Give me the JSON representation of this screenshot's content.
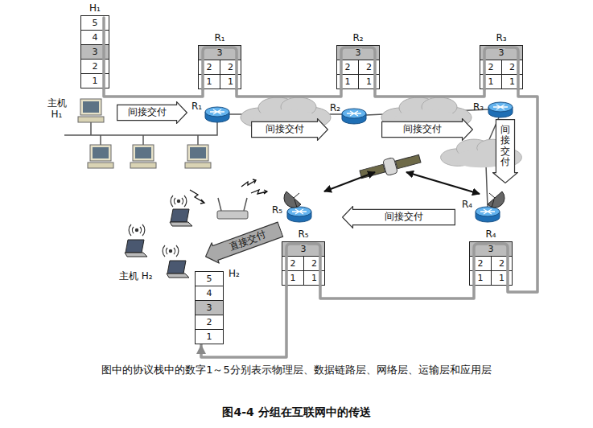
{
  "diagram": {
    "caption": "图4-4 分组在互联网中的传送",
    "nodes": [
      {
        "text": [
          "H₁"
        ]
      },
      {
        "text": [
          "5"
        ],
        "in": 0
      },
      {
        "text": [
          "4"
        ],
        "in": 0
      },
      {
        "text": [
          "3"
        ],
        "in": 0
      },
      {
        "text": [
          "2"
        ],
        "in": 0
      },
      {
        "text": [
          "1"
        ],
        "in": 0
      },
      {
        "text": [
          "R₁"
        ]
      },
      {
        "text": [
          "3"
        ],
        "in": 6
      },
      {
        "text": [
          "2"
        ],
        "in": 6
      },
      {
        "text": [
          "2"
        ],
        "in": 6
      },
      {
        "text": [
          "1"
        ],
        "in": 6
      },
      {
        "text": [
          "1"
        ],
        "in": 6
      },
      {
        "text": [
          "R₂"
        ]
      },
      {
        "text": [
          "3"
        ],
        "in": 12
      },
      {
        "text": [
          "2"
        ],
        "in": 12
      },
      {
        "text": [
          "2"
        ],
        "in": 12
      },
      {
        "text": [
          "1"
        ],
        "in": 12
      },
      {
        "text": [
          "1"
        ],
        "in": 12
      },
      {
        "text": [
          "R₃"
        ]
      },
      {
        "text": [
          "3"
        ],
        "in": 18
      },
      {
        "text": [
          "2"
        ],
        "in": 18
      },
      {
        "text": [
          "2"
        ],
        "in": 18
      },
      {
        "text": [
          "1"
        ],
        "in": 18
      },
      {
        "text": [
          "1"
        ],
        "in": 18
      },
      {
        "text": [
          "间接交付"
        ]
      },
      {
        "text": [
          "间接交付"
        ]
      },
      {
        "text": [
          "间接交付"
        ]
      },
      {
        "text": [
          "间接交付"
        ]
      },
      {
        "text": [
          "R₅"
        ]
      },
      {
        "text": [
          "3"
        ],
        "in": 28
      },
      {
        "text": [
          "2"
        ],
        "in": 28
      },
      {
        "text": [
          "2"
        ],
        "in": 28
      },
      {
        "text": [
          "1"
        ],
        "in": 28
      },
      {
        "text": [
          "1"
        ],
        "in": 28
      },
      {
        "text": [
          "R₄"
        ]
      },
      {
        "text": [
          "3"
        ],
        "in": 34
      },
      {
        "text": [
          "2"
        ],
        "in": 34
      },
      {
        "text": [
          "2"
        ],
        "in": 34
      },
      {
        "text": [
          "1"
        ],
        "in": 34
      },
      {
        "text": [
          "1"
        ],
        "in": 34
      },
      {
        "text": [
          "间接交付"
        ]
      },
      {
        "text": [
          "直接交付"
        ]
      },
      {
        "text": [
          "H₂"
        ]
      },
      {
        "text": [
          "5"
        ],
        "in": 42
      },
      {
        "text": [
          "4"
        ],
        "in": 42
      },
      {
        "text": [
          "3"
        ],
        "in": 42
      },
      {
        "text": [
          "2"
        ],
        "in": 42
      },
      {
        "text": [
          "1"
        ],
        "in": 42
      }
    ],
    "edges": [
      {
        "from": 0,
        "to": 6,
        "arrow": "none"
      },
      {
        "from": 6,
        "to": 12,
        "arrow": "none"
      },
      {
        "from": 12,
        "to": 18,
        "arrow": "none"
      },
      {
        "from": 18,
        "to": 34,
        "arrow": "none"
      },
      {
        "from": 34,
        "to": 28,
        "arrow": "none"
      },
      {
        "from": 28,
        "to": 42,
        "arrow": "to"
      }
    ],
    "labels": [
      "主机 H₁",
      "R₁",
      "R₂",
      "R₃",
      "R₅",
      "R₄",
      "主机 H₂",
      "图中的协议栈中的数字1～5分别表示物理层、数据链路层、网络层、运输层和应用层"
    ]
  }
}
